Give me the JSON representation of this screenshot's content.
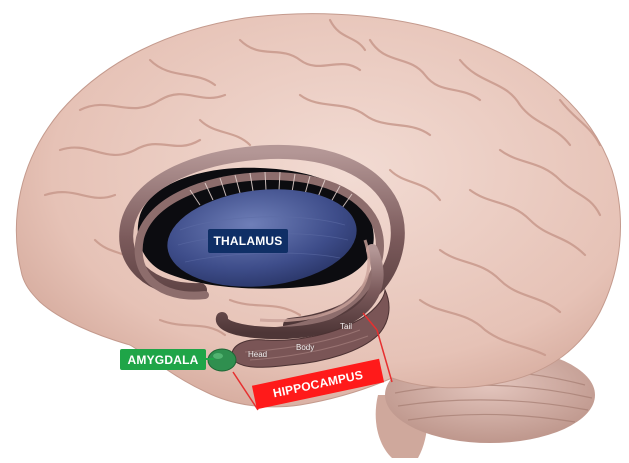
{
  "labels": {
    "thalamus": "THALAMUS",
    "amygdala": "AMYGDALA",
    "hippocampus": "HIPPOCAMPUS",
    "head": "Head",
    "body": "Body",
    "tail": "Tail"
  },
  "colors": {
    "thalamus_box": "#0f2f66",
    "amygdala_box": "#1fa548",
    "hippocampus_box": "#ff1a1a",
    "brain_tissue": "#e8c9bf",
    "thalamus_tissue": "#3c4a86"
  }
}
